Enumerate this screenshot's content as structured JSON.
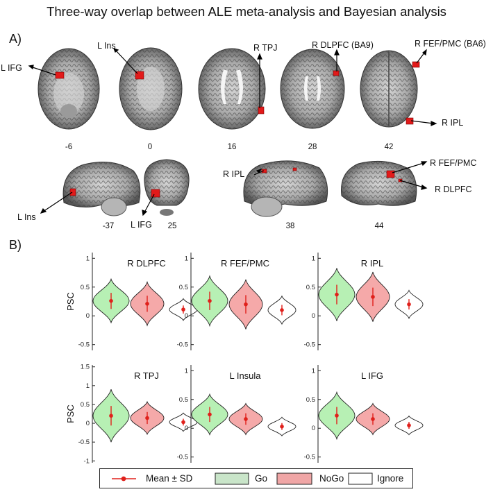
{
  "title": "Three-way overlap between ALE meta-analysis and Bayesian analysis",
  "panel_a": {
    "label": "A)",
    "axial_slices": [
      "-6",
      "0",
      "16",
      "28",
      "42"
    ],
    "sagittal_slices": [
      "-37",
      "25",
      "38",
      "44"
    ],
    "region_labels": {
      "l_ifg_top": "L IFG",
      "l_ins_top": "L Ins",
      "r_tpj": "R TPJ",
      "r_dlpfc_ba9": "R DLPFC (BA9)",
      "r_fef_ba6": "R FEF/PMC (BA6)",
      "r_ipl_top": "R IPL",
      "l_ins_bottom": "L Ins",
      "l_ifg_bottom": "L IFG",
      "r_ipl_bottom": "R IPL",
      "r_fef_pmc": "R FEF/PMC",
      "r_dlpfc": "R DLPFC"
    }
  },
  "panel_b": {
    "label": "B)",
    "ylabel": "PSC"
  },
  "legend": {
    "mean_sd": "Mean ± SD",
    "go": "Go",
    "nogo": "NoGo",
    "ignore": "Ignore"
  },
  "colors": {
    "go": "#b7f0b4",
    "nogo": "#f5a9a9",
    "ignore": "#ffffff",
    "mean": "#e0201b",
    "legend_go": "#c9e5c9",
    "legend_nogo": "#f0a6a6"
  },
  "chart_data": [
    {
      "type": "violin",
      "title": "R DLPFC",
      "categories": [
        "Go",
        "NoGo",
        "Ignore"
      ],
      "ylim": [
        -0.6,
        1.1
      ],
      "yticks": [
        "-0.5",
        "0",
        "0.5",
        "1"
      ],
      "ylabel": "PSC",
      "series": [
        {
          "name": "Mean ± SD",
          "mean": [
            0.26,
            0.21,
            0.11
          ],
          "sd": [
            0.14,
            0.14,
            0.07
          ]
        }
      ]
    },
    {
      "type": "violin",
      "title": "R FEF/PMC",
      "categories": [
        "Go",
        "NoGo",
        "Ignore"
      ],
      "ylim": [
        -0.6,
        1.1
      ],
      "yticks": [
        "-0.5",
        "0",
        "0.5",
        "1"
      ],
      "ylabel": "",
      "series": [
        {
          "name": "Mean ± SD",
          "mean": [
            0.26,
            0.2,
            0.1
          ],
          "sd": [
            0.16,
            0.16,
            0.09
          ]
        }
      ]
    },
    {
      "type": "violin",
      "title": "R IPL",
      "categories": [
        "Go",
        "NoGo",
        "Ignore"
      ],
      "ylim": [
        -0.6,
        1.1
      ],
      "yticks": [
        "-0.5",
        "0",
        "0.5",
        "1"
      ],
      "ylabel": "",
      "series": [
        {
          "name": "Mean ± SD",
          "mean": [
            0.37,
            0.33,
            0.2
          ],
          "sd": [
            0.17,
            0.16,
            0.09
          ]
        }
      ]
    },
    {
      "type": "violin",
      "title": "R TPJ",
      "categories": [
        "Go",
        "NoGo",
        "Ignore"
      ],
      "ylim": [
        -1.05,
        1.55
      ],
      "yticks": [
        "-1",
        "-0.5",
        "0",
        "0.5",
        "1",
        "1.5"
      ],
      "ylabel": "PSC",
      "series": [
        {
          "name": "Mean ± SD",
          "mean": [
            0.2,
            0.14,
            0.03
          ],
          "sd": [
            0.26,
            0.16,
            0.09
          ]
        }
      ]
    },
    {
      "type": "violin",
      "title": "L Insula",
      "categories": [
        "Go",
        "NoGo",
        "Ignore"
      ],
      "ylim": [
        -0.6,
        1.1
      ],
      "yticks": [
        "-0.5",
        "0",
        "0.5",
        "1"
      ],
      "ylabel": "",
      "series": [
        {
          "name": "Mean ± SD",
          "mean": [
            0.24,
            0.16,
            0.03
          ],
          "sd": [
            0.13,
            0.1,
            0.06
          ]
        }
      ]
    },
    {
      "type": "violin",
      "title": "L IFG",
      "categories": [
        "Go",
        "NoGo",
        "Ignore"
      ],
      "ylim": [
        -0.6,
        1.1
      ],
      "yticks": [
        "-0.5",
        "0",
        "0.5",
        "1"
      ],
      "ylabel": "",
      "series": [
        {
          "name": "Mean ± SD",
          "mean": [
            0.22,
            0.16,
            0.05
          ],
          "sd": [
            0.15,
            0.1,
            0.06
          ]
        }
      ]
    }
  ]
}
